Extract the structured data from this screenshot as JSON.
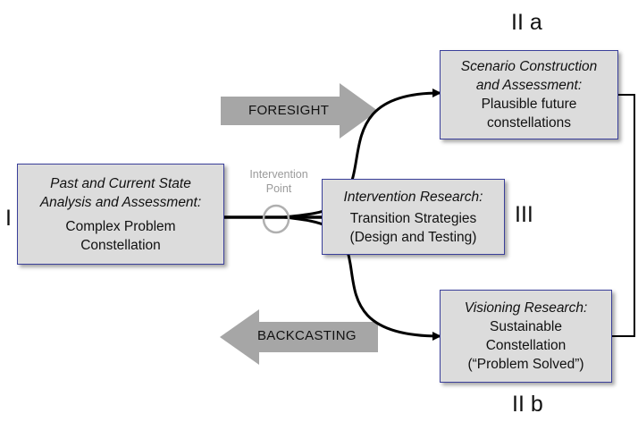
{
  "diagram": {
    "labels": {
      "stage_i": "I",
      "stage_iia": "II a",
      "stage_iib": "II b",
      "stage_iii": "III"
    },
    "analysis_box": {
      "title_line1": "Past and Current State",
      "title_line2": "Analysis and Assessment:",
      "body_line1": "Complex Problem",
      "body_line2": "Constellation"
    },
    "intervention_box": {
      "title": "Intervention Research:",
      "body_line1": "Transition Strategies",
      "body_line2": "(Design and Testing)"
    },
    "scenario_box": {
      "title_line1": "Scenario Construction",
      "title_line2": "and Assessment:",
      "body_line1": "Plausible future",
      "body_line2": "constellations"
    },
    "visioning_box": {
      "title": "Visioning Research:",
      "body_line1": "Sustainable",
      "body_line2": "Constellation",
      "body_line3": "(“Problem Solved”)"
    },
    "intervention_point": {
      "line1": "Intervention",
      "line2": "Point"
    },
    "foresight_label": "FORESIGHT",
    "backcasting_label": "BACKCASTING"
  },
  "colors": {
    "box_fill": "#dcdcdc",
    "box_border": "#3a3f9a",
    "block_arrow": "#a6a6a6",
    "intervention_circle": "#b0b0b0",
    "connector": "#000000"
  }
}
